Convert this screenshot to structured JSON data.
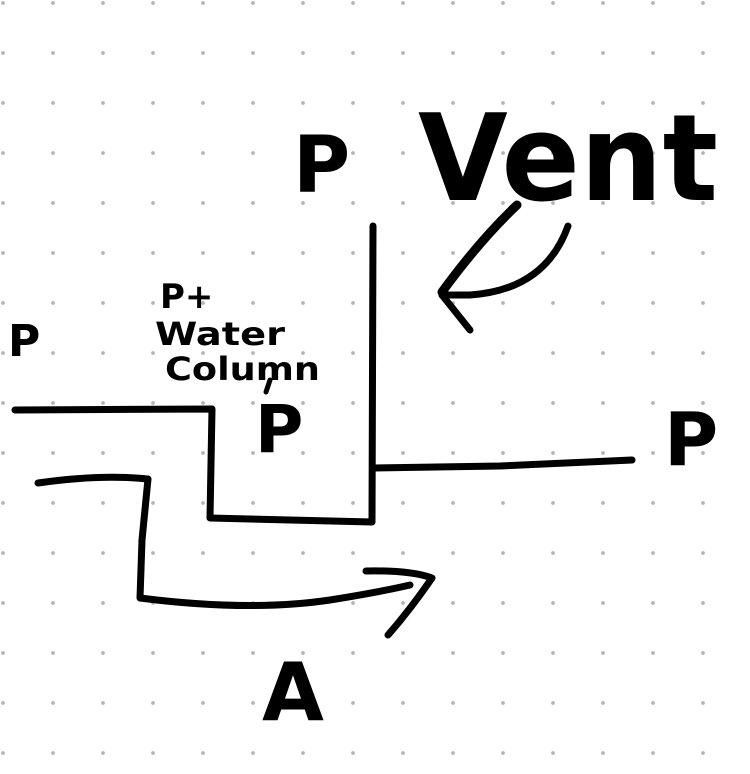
{
  "labels": {
    "left_pressure": "P",
    "right_pressure": "P",
    "top_pressure": "P",
    "vent": "Vent",
    "column_note_line1": "P+",
    "column_note_line2": "Water",
    "column_note_line3": "Column",
    "column_pressure": "P",
    "flow": "A"
  },
  "colors": {
    "ink": "#000000",
    "grid_dot": "#b4b4b4",
    "background": "#ffffff"
  }
}
